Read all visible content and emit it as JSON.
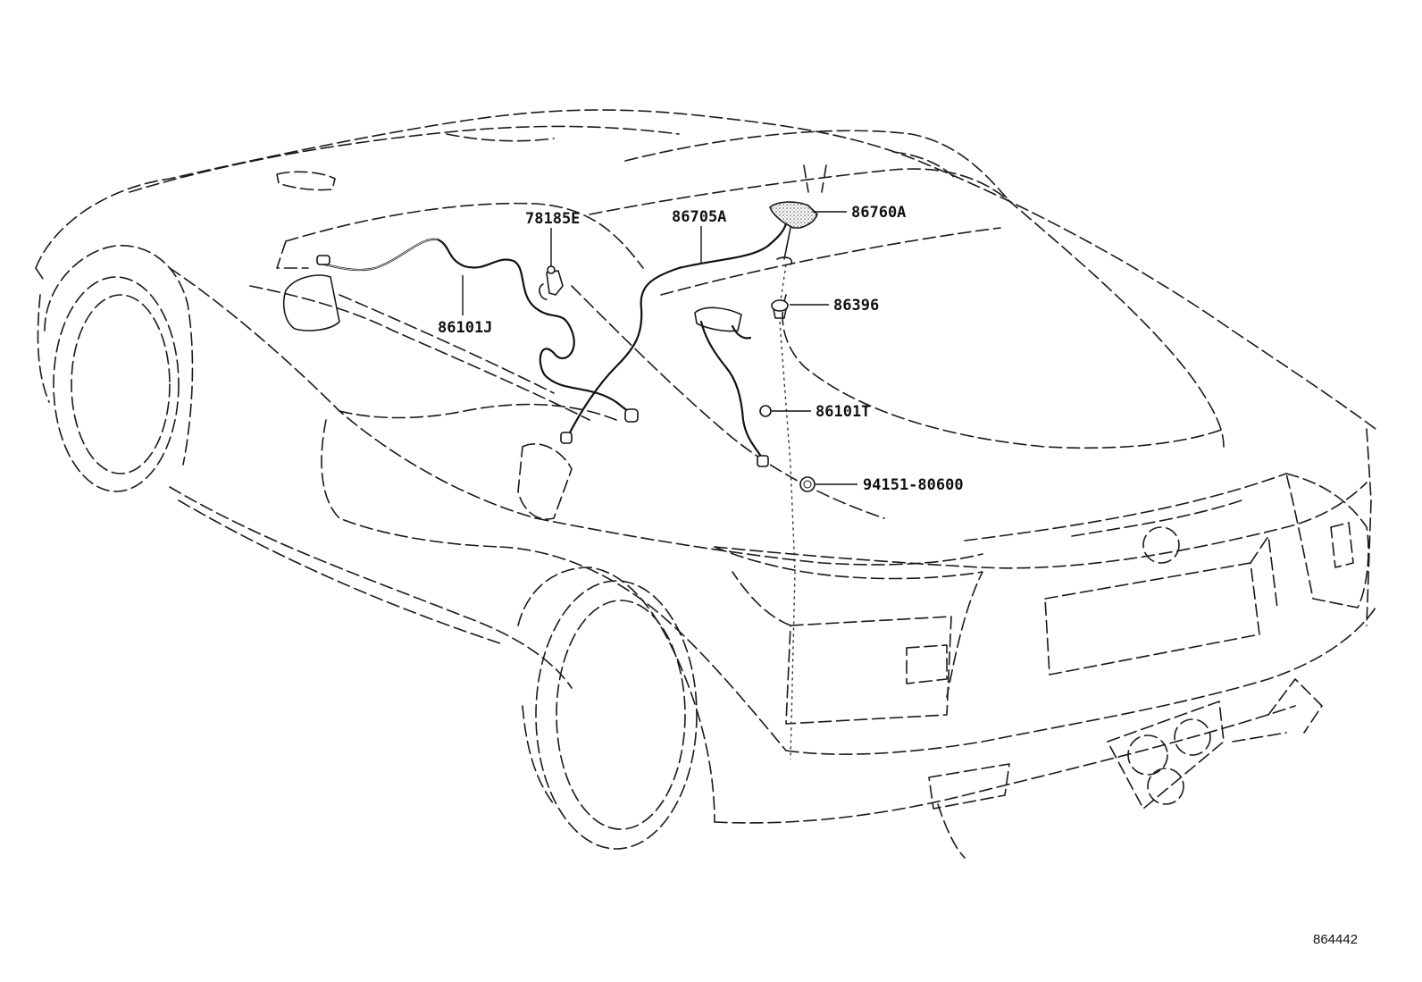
{
  "callouts": {
    "c78185E": "78185E",
    "c86705A": "86705A",
    "c86760A": "86760A",
    "c86396": "86396",
    "c86101J": "86101J",
    "c86101T": "86101T",
    "c94151": "94151-80600"
  },
  "reference_number": "864442"
}
